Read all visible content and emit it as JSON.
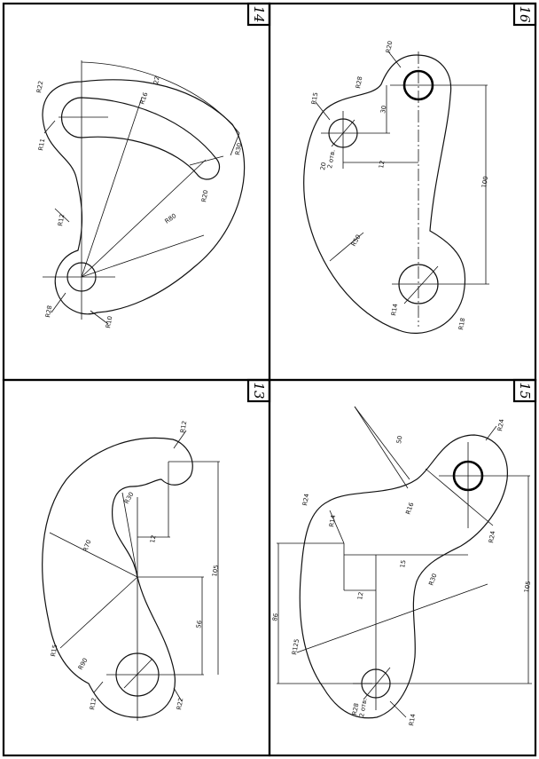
{
  "sheets": [
    {
      "number": "14",
      "dims": [
        "R22",
        "R11",
        "R16",
        "22",
        "R30",
        "R20",
        "R12",
        "R80",
        "R28",
        "R10"
      ]
    },
    {
      "number": "16",
      "dims": [
        "R20",
        "R15",
        "R28",
        "20",
        "12",
        "30",
        "2 отв.",
        "100",
        "R50",
        "R14",
        "R18"
      ]
    },
    {
      "number": "13",
      "dims": [
        "R12",
        "R30",
        "R70",
        "12",
        "56",
        "105",
        "R90",
        "R15",
        "R12",
        "R22"
      ]
    },
    {
      "number": "15",
      "dims": [
        "R24",
        "R24",
        "R16",
        "R30",
        "R24",
        "15",
        "50",
        "12",
        "105",
        "86",
        "R125",
        "R28",
        "2 отв.",
        "R14",
        "R14"
      ]
    }
  ]
}
